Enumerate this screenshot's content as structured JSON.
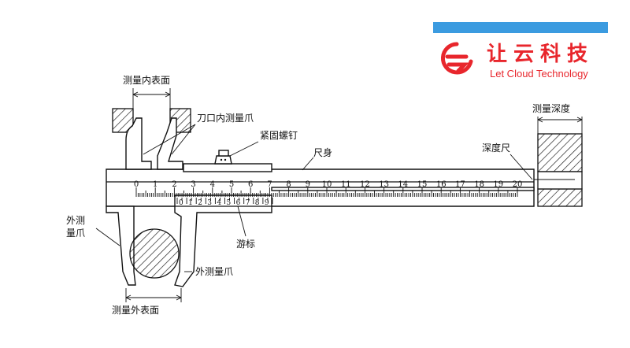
{
  "labels": {
    "inner_surface": "测量内表面",
    "blade_inner_jaw": "刀口内测量爪",
    "lock_screw": "紧固螺钉",
    "main_scale": "尺身",
    "depth_measure": "测量深度",
    "depth_rod": "深度尺",
    "outer_jaw_left": "外测量爪",
    "outer_jaw_right": "外测量爪",
    "vernier": "游标",
    "outer_surface": "测量外表面"
  },
  "main_scale_numbers": [
    "0",
    "1",
    "2",
    "3",
    "4",
    "5",
    "6",
    "7",
    "8",
    "9",
    "10",
    "11",
    "12",
    "13",
    "14",
    "15",
    "16",
    "17",
    "18",
    "19",
    "20"
  ],
  "vernier_numbers": [
    "0",
    "1",
    "2",
    "3",
    "4",
    "5",
    "6",
    "7",
    "8",
    "9"
  ],
  "logo": {
    "name_cn": "让云科技",
    "name_en": "Let Cloud Technology",
    "brand_color": "#e8262c",
    "bar_color": "#3b9be0"
  }
}
